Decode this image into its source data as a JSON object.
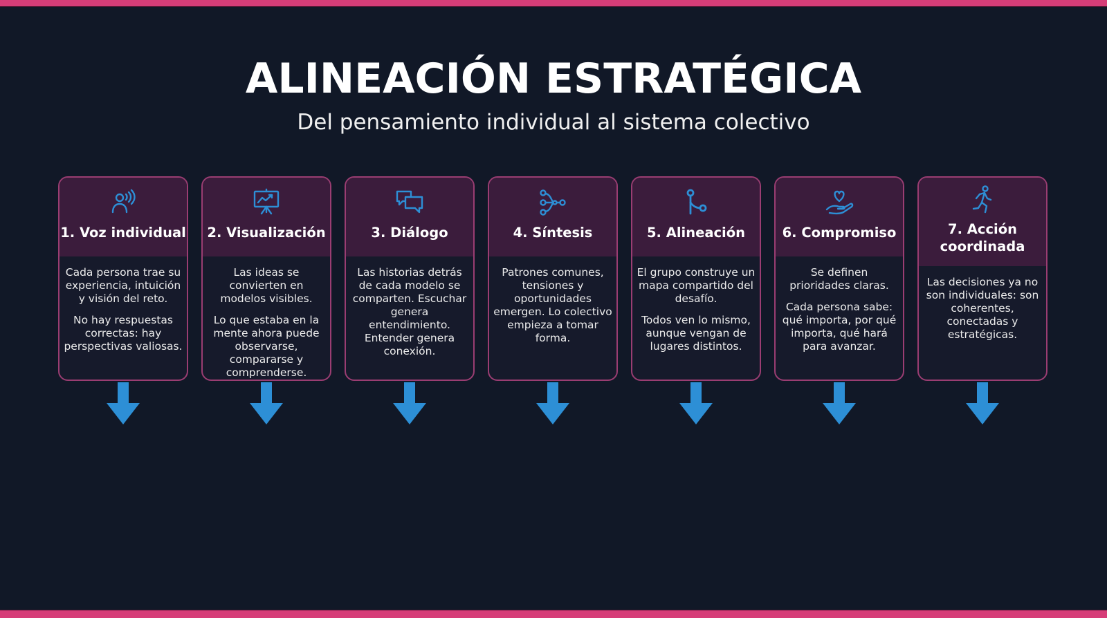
{
  "header": {
    "title": "ALINEACIÓN ESTRATÉGICA",
    "subtitle": "Del pensamiento individual al sistema colectivo"
  },
  "colors": {
    "accent_bar": "#d63d78",
    "background": "#111827",
    "card_header": "#3b1c3c",
    "card_body": "#161a2b",
    "card_border": "#9a3d72",
    "icon_and_arrow": "#2d8fd6"
  },
  "steps": [
    {
      "icon": "person-voice-icon",
      "title": "1. Voz individual",
      "paragraphs": [
        "Cada persona trae su experiencia, intuición y visión del reto.",
        "No hay respuestas correctas: hay perspectivas valiosas."
      ]
    },
    {
      "icon": "presentation-chart-icon",
      "title": "2. Visualización",
      "paragraphs": [
        "Las ideas se convierten en modelos visibles.",
        "Lo que estaba en la mente ahora puede observarse, compararse y comprenderse."
      ]
    },
    {
      "icon": "chat-bubbles-icon",
      "title": "3. Diálogo",
      "paragraphs": [
        "Las historias detrás de cada modelo se comparten. Escuchar genera entendimiento. Entender genera conexión."
      ]
    },
    {
      "icon": "merge-nodes-icon",
      "title": "4. Síntesis",
      "paragraphs": [
        "Patrones comunes, tensiones y oportunidades emergen. Lo colectivo empieza a tomar forma."
      ]
    },
    {
      "icon": "route-path-icon",
      "title": "5. Alineación",
      "paragraphs": [
        "El grupo construye un mapa compartido del desafío.",
        "Todos ven lo mismo, aunque vengan de lugares distintos."
      ]
    },
    {
      "icon": "hand-heart-icon",
      "title": "6. Compromiso",
      "paragraphs": [
        "Se definen prioridades claras.",
        "Cada persona sabe: qué importa, por qué importa, qué hará para avanzar."
      ]
    },
    {
      "icon": "walking-person-icon",
      "title": "7. Acción coordinada",
      "paragraphs": [
        "Las decisiones ya no son individuales: son coherentes, conectadas y estratégicas."
      ]
    }
  ]
}
